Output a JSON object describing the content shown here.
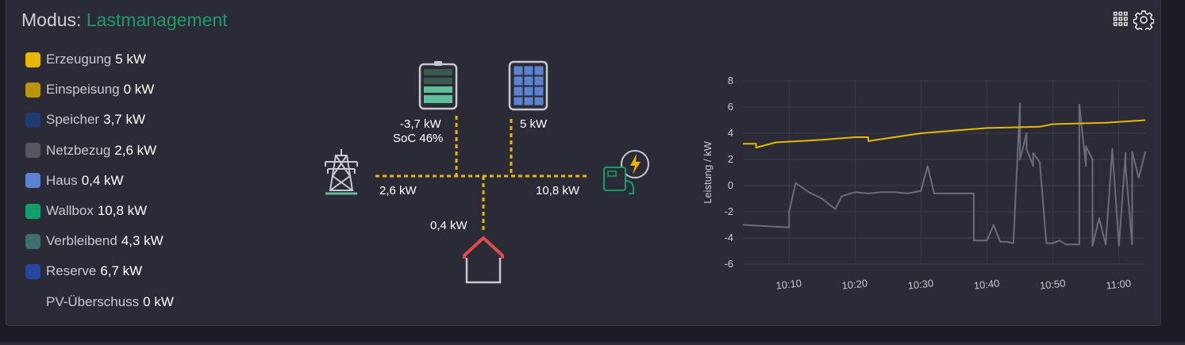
{
  "header": {
    "mode_label": "Modus:",
    "mode_value": "Lastmanagement"
  },
  "toolbar": {
    "grid_icon": "grid-view-icon",
    "settings_icon": "gear-icon"
  },
  "legend": [
    {
      "label": "Erzeugung",
      "value": "5 kW",
      "color": "#e6b800"
    },
    {
      "label": "Einspeisung",
      "value": "0 kW",
      "color": "#b8960f"
    },
    {
      "label": "Speicher",
      "value": "3,7 kW",
      "color": "#1f3a6e"
    },
    {
      "label": "Netzbezug",
      "value": "2,6 kW",
      "color": "#55565f"
    },
    {
      "label": "Haus",
      "value": "0,4 kW",
      "color": "#5b83cf"
    },
    {
      "label": "Wallbox",
      "value": "10,8 kW",
      "color": "#12a06a"
    },
    {
      "label": "Verbleibend",
      "value": "4,3 kW",
      "color": "#3f6e6e"
    },
    {
      "label": "Reserve",
      "value": "6,7 kW",
      "color": "#2646a0"
    },
    {
      "label": "PV-Überschuss",
      "value": "0 kW",
      "color": ""
    }
  ],
  "flow": {
    "battery_power": "-3,7 kW",
    "battery_soc": "SoC 46%",
    "pv_power": "5 kW",
    "grid_power": "2,6 kW",
    "wallbox_power": "10,8 kW",
    "house_power": "0,4 kW",
    "line_color": "#f0b400",
    "icons": [
      "battery-icon",
      "solar-panel-icon",
      "power-pylon-icon",
      "wallbox-icon",
      "house-icon"
    ]
  },
  "chart_data": {
    "type": "line",
    "ylabel": "Leistung / kW",
    "ylim": [
      -6,
      8
    ],
    "yticks": [
      "8",
      "6",
      "4",
      "2",
      "0",
      "-2",
      "-4",
      "-6"
    ],
    "xticks": [
      "10:10",
      "10:20",
      "10:30",
      "10:40",
      "10:50",
      "11:00"
    ],
    "x_start": "10:03",
    "x_end": "11:04",
    "grid": true,
    "series": [
      {
        "color": "#e6b800",
        "x": [
          "10:03",
          "10:05",
          "10:05",
          "10:08",
          "10:15",
          "10:20",
          "10:22",
          "10:22",
          "10:30",
          "10:40",
          "10:48",
          "10:50",
          "10:58",
          "11:04"
        ],
        "values": [
          3.2,
          3.2,
          2.9,
          3.3,
          3.5,
          3.7,
          3.7,
          3.4,
          4.0,
          4.4,
          4.5,
          4.7,
          4.8,
          5.0
        ]
      },
      {
        "color": "#6b6c78",
        "x": [
          "10:03",
          "10:10",
          "10:10",
          "10:11",
          "10:13",
          "10:15",
          "10:17",
          "10:18",
          "10:20",
          "10:22",
          "10:24",
          "10:26",
          "10:28",
          "10:30",
          "10:31",
          "10:32",
          "10:33",
          "10:37",
          "10:38",
          "10:38",
          "10:40",
          "10:41",
          "10:42",
          "10:43",
          "10:44",
          "10:45",
          "10:45",
          "10:46",
          "10:46",
          "10:47",
          "10:47",
          "10:48",
          "10:49",
          "10:50",
          "10:51",
          "10:52",
          "10:54",
          "10:54",
          "10:55",
          "10:55",
          "10:56",
          "10:56",
          "10:57",
          "10:58",
          "10:59",
          "11:00",
          "11:01",
          "11:01",
          "11:02",
          "11:02",
          "11:03",
          "11:04"
        ],
        "values": [
          -3.0,
          -3.2,
          -2.0,
          0.2,
          -0.5,
          -1.0,
          -1.8,
          -0.8,
          -0.5,
          -0.6,
          -0.5,
          -0.5,
          -0.6,
          -0.4,
          1.5,
          -0.6,
          -0.6,
          -0.6,
          -0.6,
          -4.2,
          -4.2,
          -3.0,
          -4.3,
          -4.3,
          -4.4,
          6.3,
          2.0,
          4.0,
          2.8,
          1.5,
          2.5,
          1.8,
          -4.4,
          -4.4,
          -4.2,
          -4.5,
          -4.5,
          6.2,
          1.5,
          3.0,
          2.0,
          -4.6,
          -2.5,
          -4.5,
          2.8,
          -4.6,
          2.5,
          1.5,
          -4.5,
          2.6,
          0.6,
          2.6
        ]
      }
    ]
  }
}
